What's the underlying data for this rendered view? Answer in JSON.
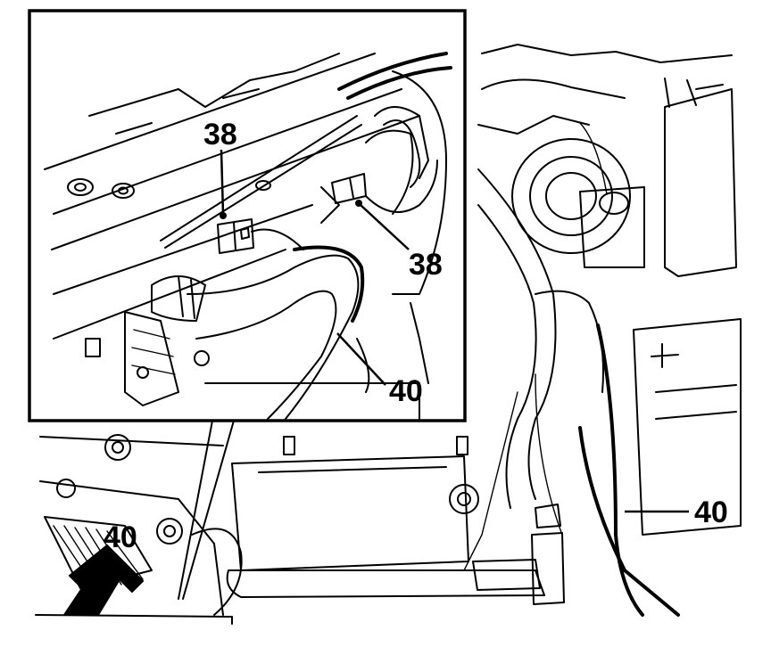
{
  "callouts": {
    "inset_top": "38",
    "inset_right": "38",
    "inset_hose": "40",
    "main_right": "40",
    "main_left": "40"
  },
  "colors": {
    "ink": "#000000",
    "paper": "#ffffff"
  },
  "icons": {
    "direction_arrow": "arrow-down-left-icon"
  }
}
